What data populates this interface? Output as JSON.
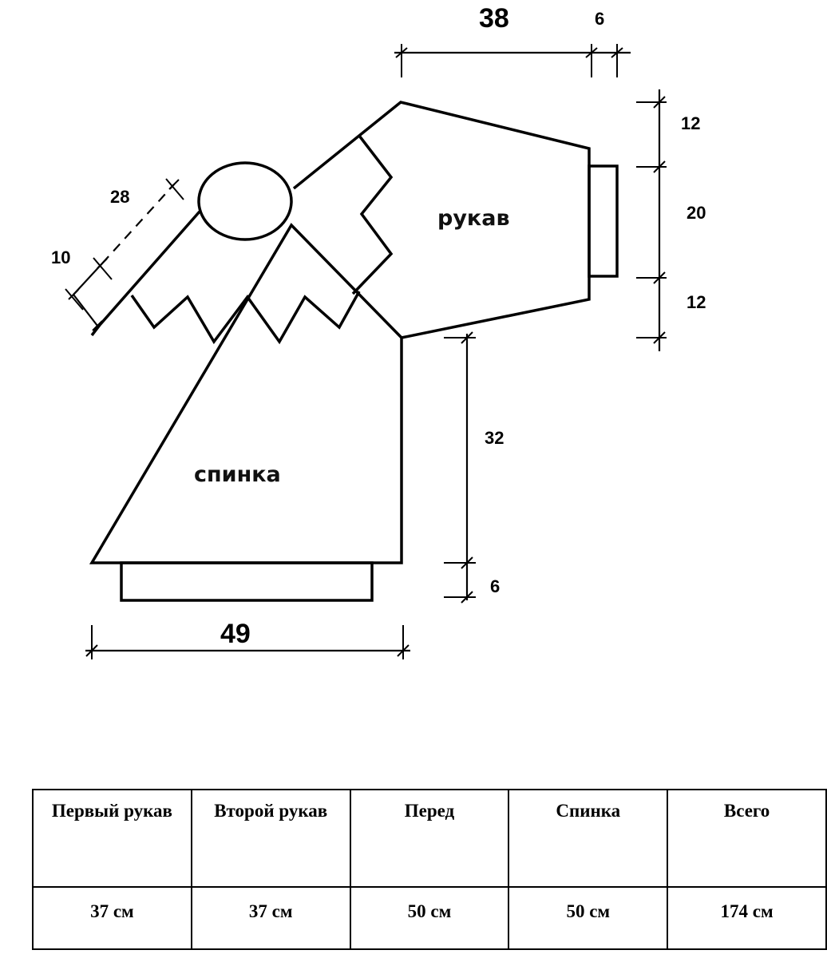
{
  "diagram": {
    "pieces": {
      "sleeve_label": "рукав",
      "back_label": "спинка"
    },
    "dimensions": {
      "sleeve_length": "38",
      "cuff_length": "6",
      "sleeve_top_segment": "12",
      "sleeve_middle_segment": "20",
      "sleeve_bottom_segment": "12",
      "raglan_line": "28",
      "neck_offset": "10",
      "body_height": "32",
      "hem_height": "6",
      "body_width": "49"
    }
  },
  "table": {
    "headers": [
      "Первый рукав",
      "Второй рукав",
      "Перед",
      "Спинка",
      "Всего"
    ],
    "values": [
      "37 см",
      "37 см",
      "50 см",
      "50 см",
      "174 см"
    ]
  }
}
